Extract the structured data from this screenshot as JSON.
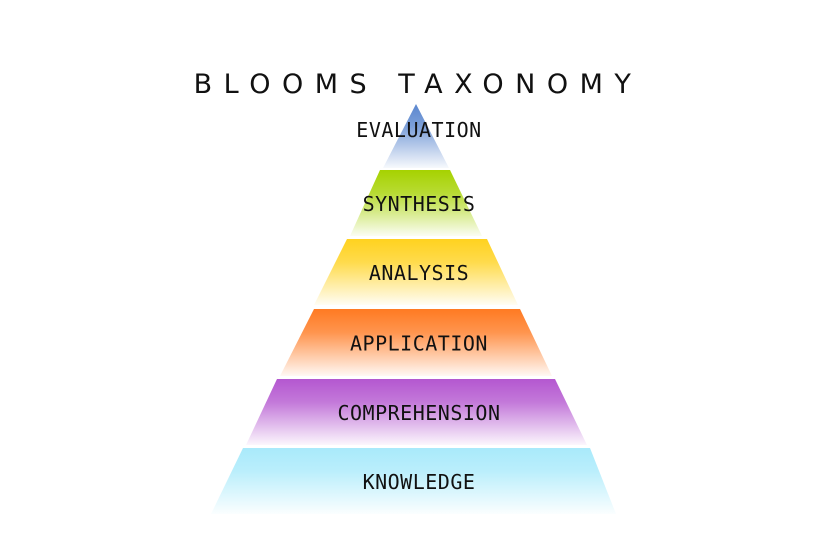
{
  "title": "BLOOMS TAXONOMY",
  "tiers": [
    {
      "label": "EVALUATION",
      "color": "#5b87cf"
    },
    {
      "label": "SYNTHESIS",
      "color": "#a6d200"
    },
    {
      "label": "ANALYSIS",
      "color": "#ffd21f"
    },
    {
      "label": "APPLICATION",
      "color": "#ff7a22"
    },
    {
      "label": "COMPREHENSION",
      "color": "#b457d0"
    },
    {
      "label": "KNOWLEDGE",
      "color": "#a9eafb"
    }
  ]
}
